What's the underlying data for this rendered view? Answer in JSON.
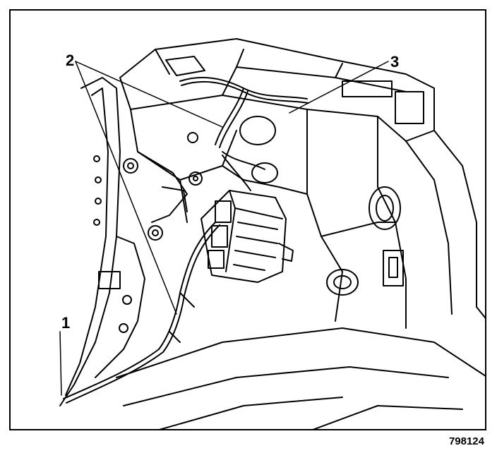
{
  "callouts": [
    {
      "label": "1"
    },
    {
      "label": "2"
    },
    {
      "label": "3"
    }
  ],
  "figure_id": "798124",
  "colors": {
    "line": "#000000",
    "background": "#ffffff"
  }
}
